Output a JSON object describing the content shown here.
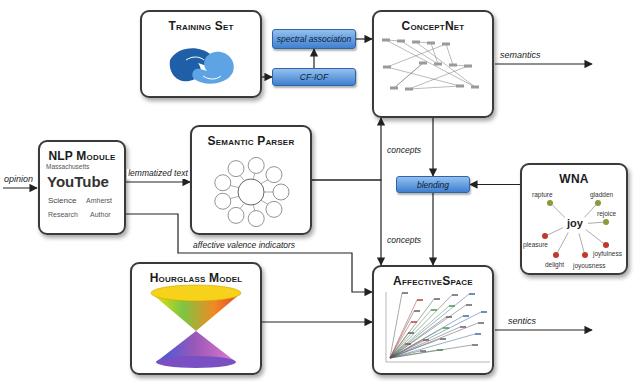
{
  "diagram": {
    "nodes": [
      {
        "text": [
          "Training Set"
        ]
      },
      {
        "text": [
          "spectral association"
        ]
      },
      {
        "text": [
          "CF-IOF"
        ]
      },
      {
        "text": [
          "ConceptNet"
        ]
      },
      {
        "text": [
          "NLP Module"
        ]
      },
      {
        "text": [
          "Semantic Parser"
        ]
      },
      {
        "text": [
          "blending"
        ]
      },
      {
        "text": [
          "WNA"
        ]
      },
      {
        "text": [
          "Hourglass Model"
        ]
      },
      {
        "text": [
          "AffectiveSpace"
        ]
      }
    ],
    "edges": [
      {
        "from": 0,
        "to": 2,
        "arrow": "to"
      },
      {
        "from": 2,
        "to": 1,
        "arrow": "to"
      },
      {
        "from": 1,
        "to": 3,
        "arrow": "to"
      },
      {
        "from": 4,
        "to": 5,
        "label": "lemmatized text",
        "arrow": "to"
      },
      {
        "from": 5,
        "to": 3,
        "label": "concepts",
        "arrow": "to"
      },
      {
        "from": 5,
        "to": 9,
        "label": "concepts",
        "arrow": "to"
      },
      {
        "from": 3,
        "to": 6,
        "arrow": "to"
      },
      {
        "from": 7,
        "to": 6,
        "arrow": "to"
      },
      {
        "from": 6,
        "to": 9,
        "arrow": "to"
      },
      {
        "from": 4,
        "to": 9,
        "label": "affective valence indicators",
        "arrow": "to"
      },
      {
        "from": 8,
        "to": 9,
        "arrow": "to"
      }
    ],
    "labels": [
      "opinion",
      "semantics",
      "sentics",
      "Massachusetts",
      "YouTube",
      "Science",
      "Amherst",
      "Research",
      "Author",
      "rapture",
      "gladden",
      "rejoice",
      "joy",
      "pleasure",
      "joyfulness",
      "delight",
      "joyousness"
    ]
  }
}
